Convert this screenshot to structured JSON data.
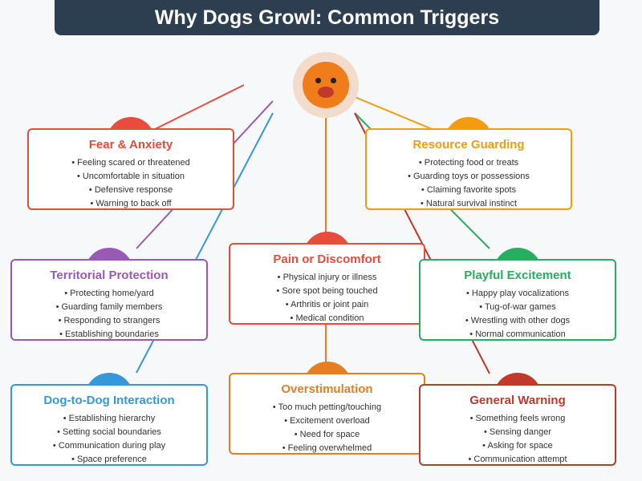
{
  "title": "Why Dogs Growl: Common Triggers",
  "cards": [
    {
      "id": "fear",
      "title": "Fear & Anxiety",
      "color": "#e74c3c",
      "items": [
        "Feeling scared or threatened",
        "Uncomfortable in situation",
        "Defensive response",
        "Warning to back off"
      ]
    },
    {
      "id": "resource",
      "title": "Resource Guarding",
      "color": "#f39c12",
      "items": [
        "Protecting food or treats",
        "Guarding toys or possessions",
        "Claiming favorite spots",
        "Natural survival instinct"
      ]
    },
    {
      "id": "territorial",
      "title": "Territorial Protection",
      "color": "#9b59b6",
      "items": [
        "Protecting home/yard",
        "Guarding family members",
        "Responding to strangers",
        "Establishing boundaries"
      ]
    },
    {
      "id": "pain",
      "title": "Pain or Discomfort",
      "color": "#e74c3c",
      "items": [
        "Physical injury or illness",
        "Sore spot being touched",
        "Arthritis or joint pain",
        "Medical condition"
      ]
    },
    {
      "id": "playful",
      "title": "Playful Excitement",
      "color": "#27ae60",
      "items": [
        "Happy play vocalizations",
        "Tug-of-war games",
        "Wrestling with other dogs",
        "Normal communication"
      ]
    },
    {
      "id": "dogdog",
      "title": "Dog-to-Dog Interaction",
      "color": "#3498db",
      "items": [
        "Establishing hierarchy",
        "Setting social boundaries",
        "Communication during play",
        "Space preference"
      ]
    },
    {
      "id": "overstim",
      "title": "Overstimulation",
      "color": "#e67e22",
      "items": [
        "Too much petting/touching",
        "Excitement overload",
        "Need for space",
        "Feeling overwhelmed"
      ]
    },
    {
      "id": "warning",
      "title": "General Warning",
      "color": "#c0392b",
      "items": [
        "Something feels wrong",
        "Sensing danger",
        "Asking for space",
        "Communication attempt"
      ]
    }
  ]
}
